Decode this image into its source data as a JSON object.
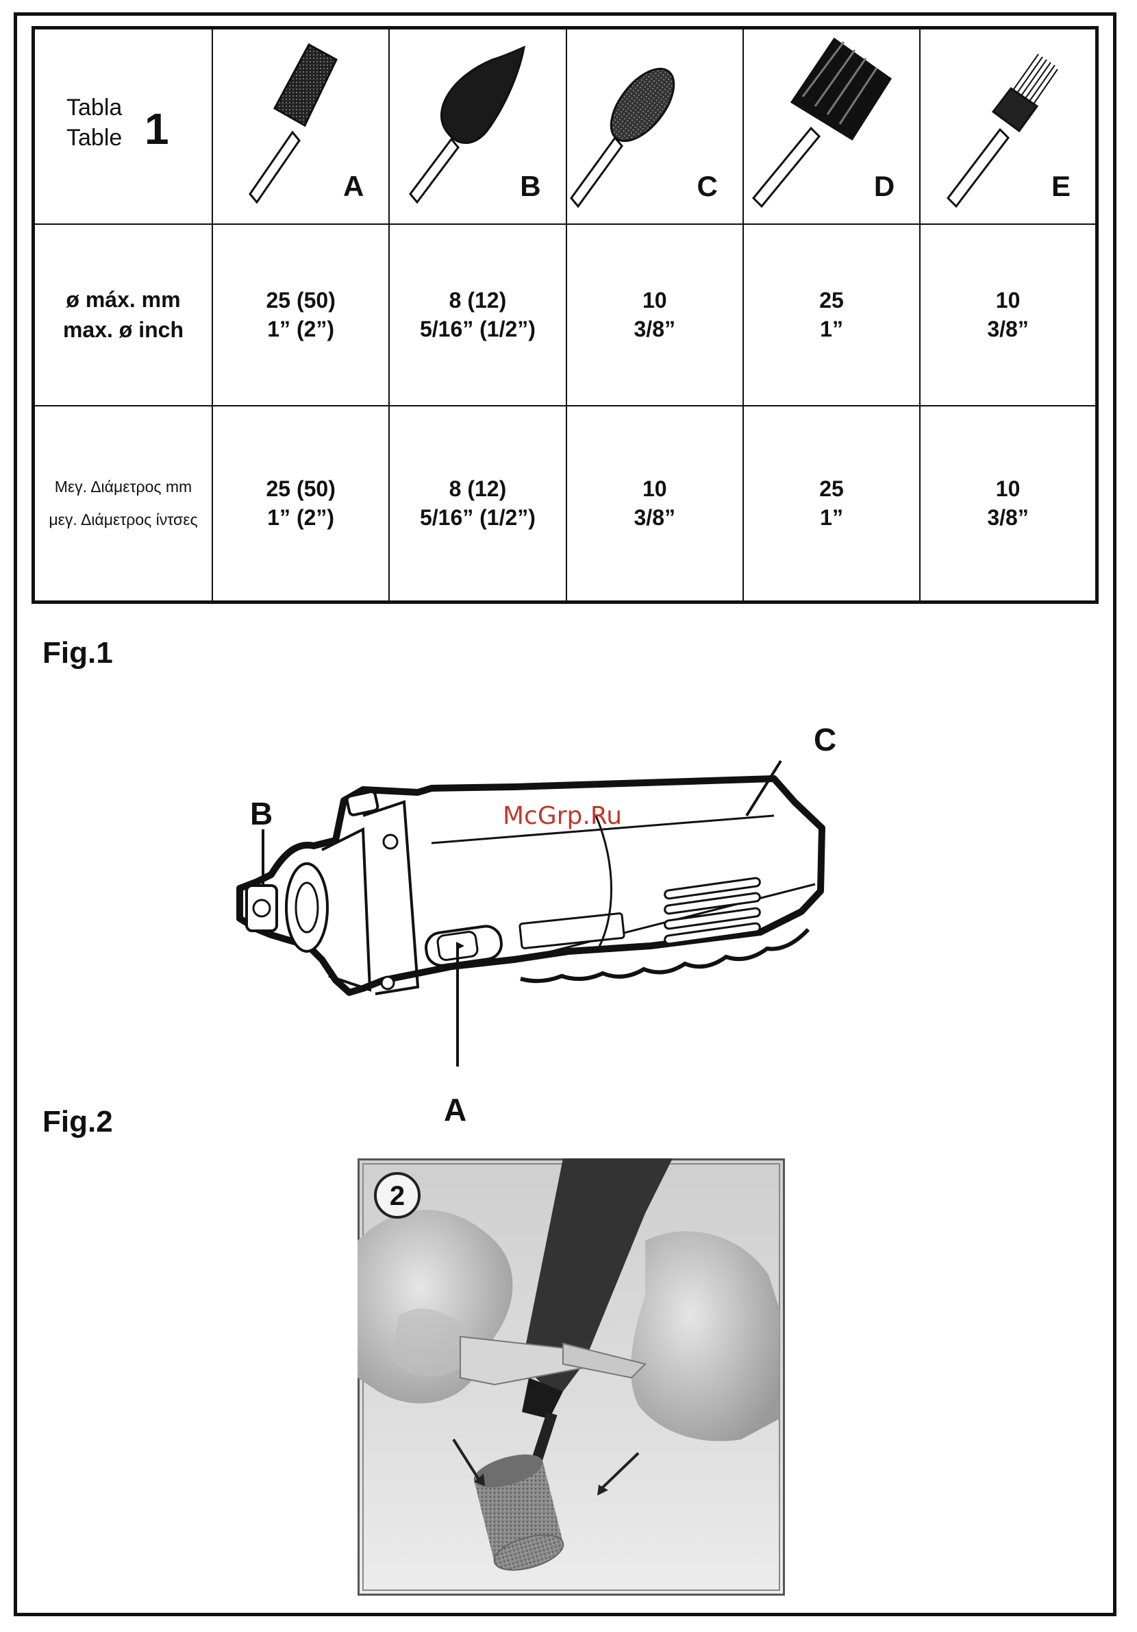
{
  "table": {
    "title_es": "Tabla",
    "title_en": "Table",
    "number": "1",
    "tools": [
      {
        "letter": "A",
        "icon": "cylinder-grinding-stone-icon"
      },
      {
        "letter": "B",
        "icon": "flame-grinding-stone-icon"
      },
      {
        "letter": "C",
        "icon": "oval-grinding-stone-icon"
      },
      {
        "letter": "D",
        "icon": "flap-wheel-icon"
      },
      {
        "letter": "E",
        "icon": "wire-brush-icon"
      }
    ],
    "row1": {
      "label_line1": "ø máx. mm",
      "label_line2": "max. ø inch",
      "values": [
        {
          "mm": "25 (50)",
          "inch": "1” (2”)"
        },
        {
          "mm": "8 (12)",
          "inch": "5/16” (1/2”)"
        },
        {
          "mm": "10",
          "inch": "3/8”"
        },
        {
          "mm": "25",
          "inch": "1”"
        },
        {
          "mm": "10",
          "inch": "3/8”"
        }
      ]
    },
    "row2": {
      "label_line1": "Μεγ. Διάμετρος mm",
      "label_line2": "μεγ. Διάμετρος ίντσες",
      "values": [
        {
          "mm": "25 (50)",
          "inch": "1” (2”)"
        },
        {
          "mm": "8 (12)",
          "inch": "5/16” (1/2”)"
        },
        {
          "mm": "10",
          "inch": "3/8”"
        },
        {
          "mm": "25",
          "inch": "1”"
        },
        {
          "mm": "10",
          "inch": "3/8”"
        }
      ]
    }
  },
  "fig1": {
    "title": "Fig.1",
    "label_a": "A",
    "label_b": "B",
    "label_c": "C",
    "icon": "die-grinder-illustration"
  },
  "watermark": "McGrp.Ru",
  "fig2": {
    "title": "Fig.2",
    "step": "2",
    "icon": "hands-mounting-grinding-stone-photo"
  }
}
